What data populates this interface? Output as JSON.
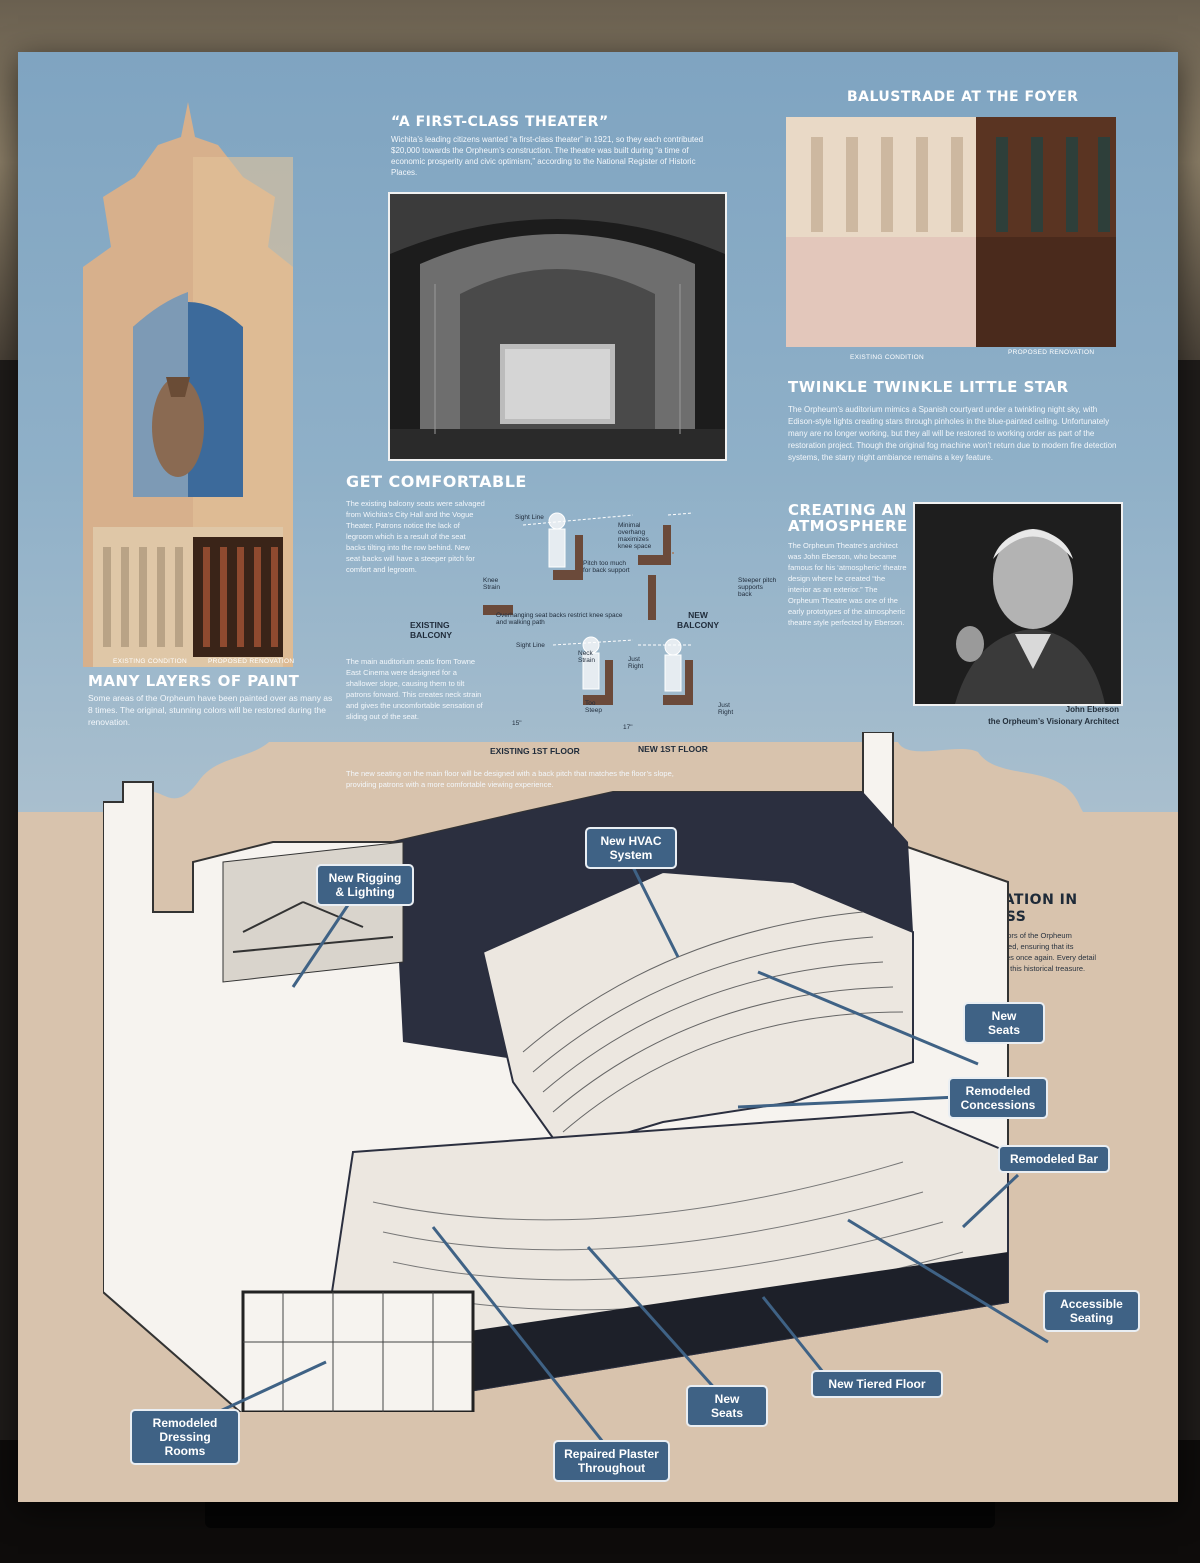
{
  "colors": {
    "sky": "#8fb0c8",
    "tan": "#d8c3ad",
    "callout": "#3f6285",
    "ink": "#26303b"
  },
  "first_class": {
    "title": "“A FIRST-CLASS THEATER”",
    "body": "Wichita’s leading citizens wanted “a first-class theater” in 1921, so they each contributed $20,000 towards the Orpheum’s construction. The theatre was built during “a time of economic prosperity and civic optimism,” according to the National Register of Historic Places."
  },
  "balustrade": {
    "title": "BALUSTRADE AT THE FOYER",
    "existing": "EXISTING CONDITION",
    "proposed": "PROPOSED RENOVATION"
  },
  "paint": {
    "existing": "EXISTING CONDITION",
    "proposed": "PROPOSED RENOVATION",
    "title": "MANY LAYERS OF PAINT",
    "body": "Some areas of the Orpheum have been painted over as many as 8 times. The original, stunning colors will be restored during the renovation."
  },
  "twinkle": {
    "title": "TWINKLE TWINKLE LITTLE STAR",
    "body": "The Orpheum’s auditorium mimics a Spanish courtyard under a twinkling night sky, with Edison-style lights creating stars through pinholes in the blue-painted ceiling. Unfortunately many are no longer working, but they all will be restored to working order as part of the restoration project. Though the original fog machine won’t return due to modern fire detection systems, the starry night ambiance remains a key feature."
  },
  "comfortable": {
    "title": "GET COMFORTABLE",
    "body1": "The existing balcony seats were salvaged from Wichita’s City Hall and the Vogue Theater. Patrons notice the lack of legroom which is a result of the seat backs tilting into the row behind. New seat backs will have a steeper pitch for comfort and legroom.",
    "body2": "The main auditorium seats from Towne East Cinema were designed for a shallower slope, causing them to tilt patrons forward. This creates neck strain and gives the uncomfortable sensation of sliding out of the seat.",
    "body3": "The new seating on the main floor will be designed with a back pitch that matches the floor’s slope, providing patrons with a more comfortable viewing experience.",
    "diagram": {
      "sight_line": "Sight Line",
      "knee_strain": "Knee Strain",
      "pitch_too_much": "Pitch too much for back support",
      "overhang": "Overhanging seat backs restrict knee space and walking path",
      "existing_balcony": "EXISTING BALCONY",
      "minimal_overhang": "Minimal overhang maximizes knee space",
      "steeper_pitch": "Steeper pitch supports back",
      "new_balcony": "NEW BALCONY",
      "neck_strain": "Neck Strain",
      "too_steep": "Too Steep",
      "existing_1st": "EXISTING 1ST FLOOR",
      "just_right_1": "Just Right",
      "just_right_2": "Just Right",
      "new_1st": "NEW 1ST FLOOR",
      "dim1": "15\"",
      "dim2": "17\""
    }
  },
  "atmosphere": {
    "title": "CREATING AN ATMOSPHERE",
    "body": "The Orpheum Theatre’s architect was John Eberson, who became famous for his ‘atmospheric’ theatre design where he created “the interior as an exterior.” The Orpheum Theatre was one of the early prototypes of the atmospheric theatre style perfected by Eberson.",
    "caption_name": "John Eberson",
    "caption_role": "the Orpheum’s Visionary Architect"
  },
  "restoration": {
    "title": "RESTORATION IN PROGRESS",
    "body": "The original paint colors of the Orpheum Theatre will be restored, ensuring that its timeless beauty shines once again. Every detail matters in preserving this historical treasure."
  },
  "callouts": {
    "hvac": "New HVAC System",
    "rigging": "New Rigging & Lighting",
    "seats_upper": "New Seats",
    "concessions": "Remodeled Concessions",
    "bar": "Remodeled Bar",
    "accessible": "Accessible Seating",
    "tiered": "New Tiered Floor",
    "seats_lower": "New Seats",
    "dressing": "Remodeled Dressing Rooms",
    "plaster": "Repaired Plaster Throughout"
  }
}
